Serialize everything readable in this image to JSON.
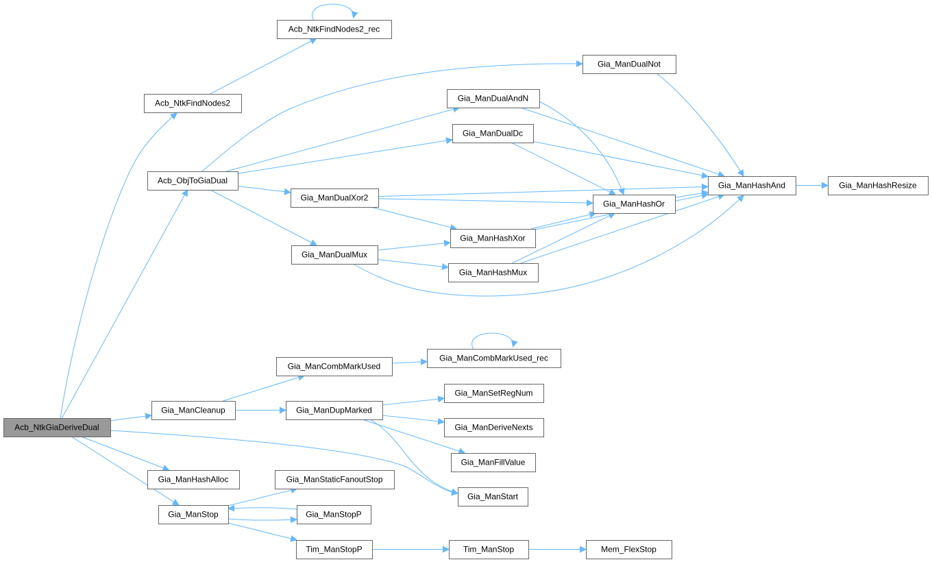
{
  "graph": {
    "colors": {
      "edge": "#63b8ff",
      "root_fill": "#999999",
      "node_border": "#666666"
    },
    "nodes": {
      "root": "Acb_NtkGiaDeriveDual",
      "findNodes2": "Acb_NtkFindNodes2",
      "findNodes2Rec": "Acb_NtkFindNodes2_rec",
      "objToGiaDual": "Acb_ObjToGiaDual",
      "dualNot": "Gia_ManDualNot",
      "dualAndN": "Gia_ManDualAndN",
      "dualDc": "Gia_ManDualDc",
      "dualXor2": "Gia_ManDualXor2",
      "dualMux": "Gia_ManDualMux",
      "hashOr": "Gia_ManHashOr",
      "hashXor": "Gia_ManHashXor",
      "hashMux": "Gia_ManHashMux",
      "hashAnd": "Gia_ManHashAnd",
      "hashResize": "Gia_ManHashResize",
      "combMarkUsed": "Gia_ManCombMarkUsed",
      "combMarkUsedRec": "Gia_ManCombMarkUsed_rec",
      "cleanup": "Gia_ManCleanup",
      "dupMarked": "Gia_ManDupMarked",
      "setRegNum": "Gia_ManSetRegNum",
      "deriveNexts": "Gia_ManDeriveNexts",
      "fillValue": "Gia_ManFillValue",
      "start": "Gia_ManStart",
      "hashAlloc": "Gia_ManHashAlloc",
      "staticFanoutStop": "Gia_ManStaticFanoutStop",
      "stop": "Gia_ManStop",
      "stopP": "Gia_ManStopP",
      "timStopP": "Tim_ManStopP",
      "timStop": "Tim_ManStop",
      "memFlexStop": "Mem_FlexStop"
    }
  }
}
